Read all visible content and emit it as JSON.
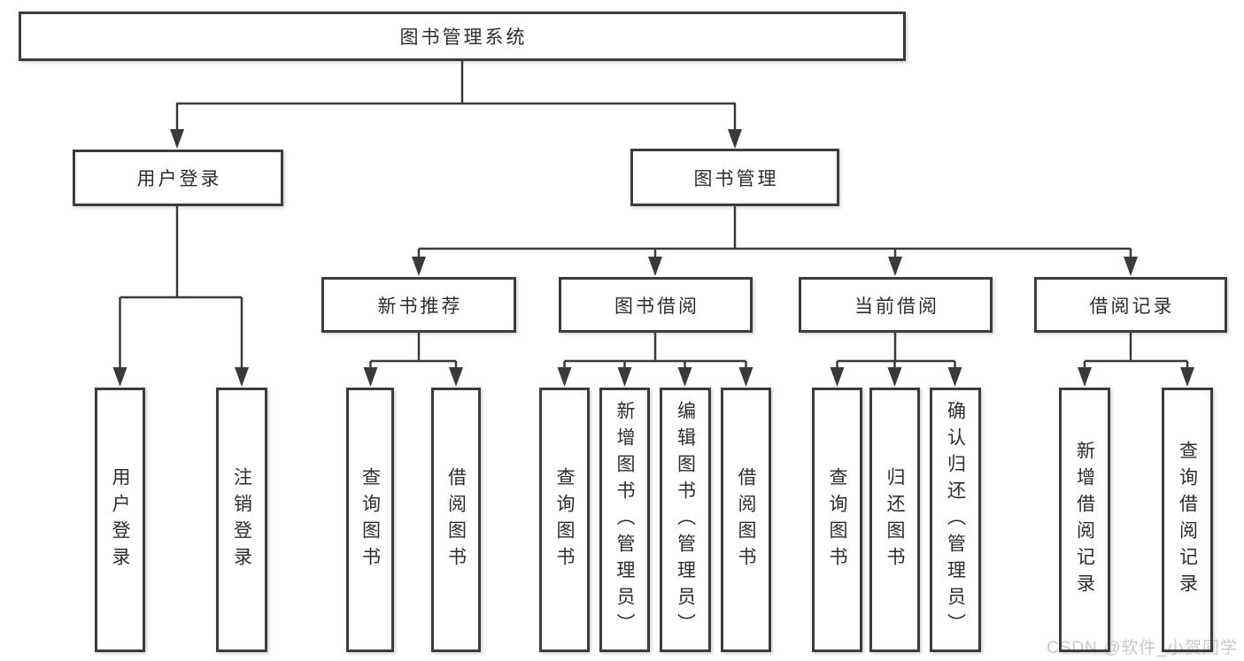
{
  "tree": {
    "label": "图书管理系统",
    "children": [
      {
        "label": "用户登录",
        "children": [
          {
            "label": "用户登录"
          },
          {
            "label": "注销登录"
          }
        ]
      },
      {
        "label": "图书管理",
        "children": [
          {
            "label": "新书推荐",
            "children": [
              {
                "label": "查询图书"
              },
              {
                "label": "借阅图书"
              }
            ]
          },
          {
            "label": "图书借阅",
            "children": [
              {
                "label": "查询图书"
              },
              {
                "label": "新增图书（管理员）"
              },
              {
                "label": "编辑图书（管理员）"
              },
              {
                "label": "借阅图书"
              }
            ]
          },
          {
            "label": "当前借阅",
            "children": [
              {
                "label": "查询图书"
              },
              {
                "label": "归还图书"
              },
              {
                "label": "确认归还（管理员）"
              }
            ]
          },
          {
            "label": "借阅记录",
            "children": [
              {
                "label": "新增借阅记录"
              },
              {
                "label": "查询借阅记录"
              }
            ]
          }
        ]
      }
    ]
  },
  "watermark": {
    "text": "CSDN @软件_小贺同学"
  },
  "colors": {
    "line": "#3a3a3a",
    "box_border": "#3c3c3c",
    "text": "#2d2d2d",
    "watermark": "#c9c9c9",
    "background": "#ffffff"
  }
}
